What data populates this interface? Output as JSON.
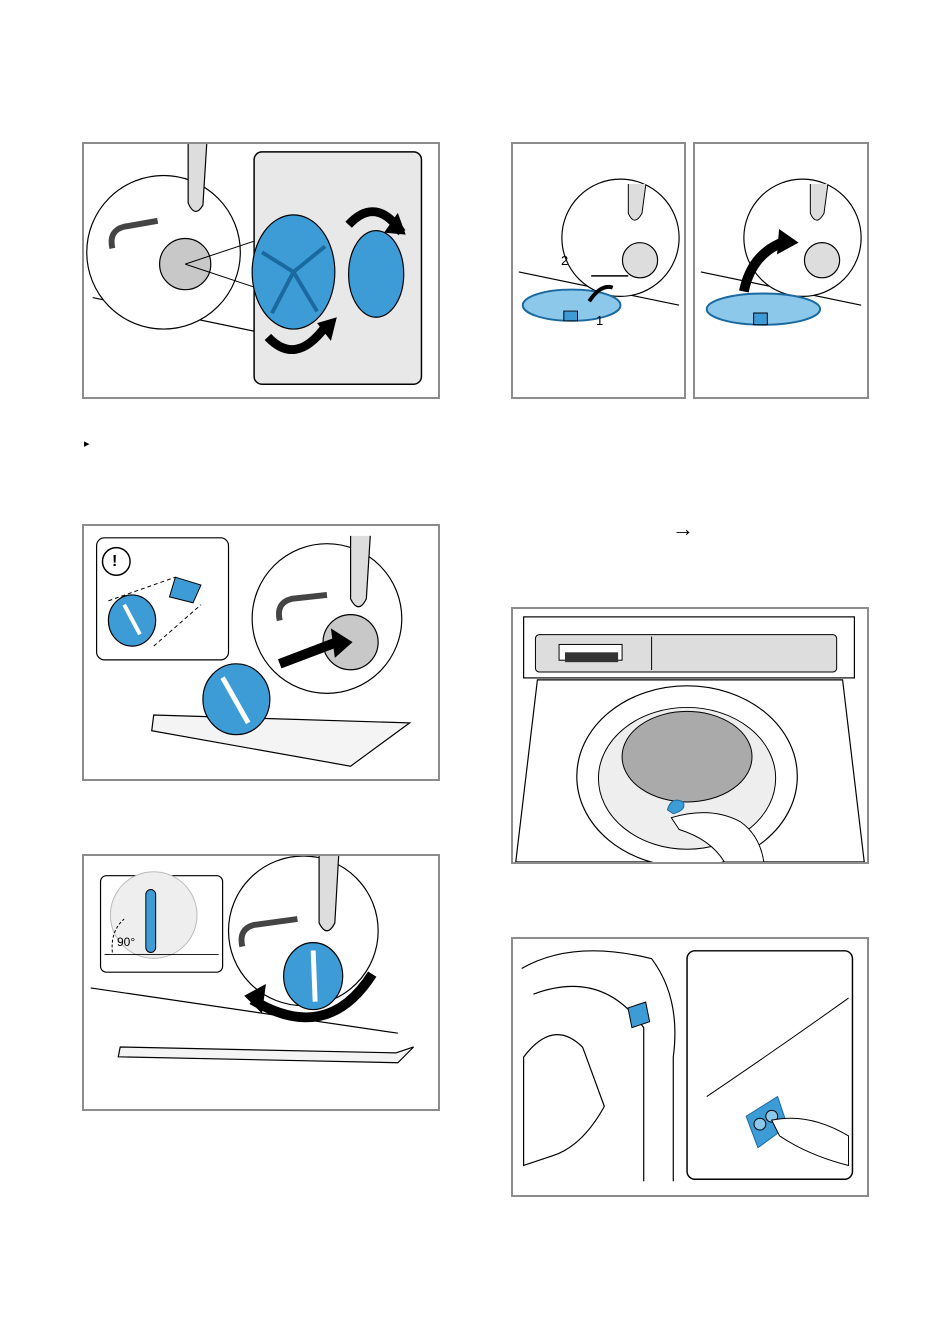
{
  "markers": {
    "bullet": "▸",
    "arrow": "→"
  },
  "labels": {
    "step_1": "1",
    "step_2": "2",
    "angle": "90°",
    "warning": "!"
  },
  "colors": {
    "accent_blue": "#3d9bd6",
    "light_blue": "#8cc8ea",
    "frame_gray": "#8c8c8c"
  }
}
